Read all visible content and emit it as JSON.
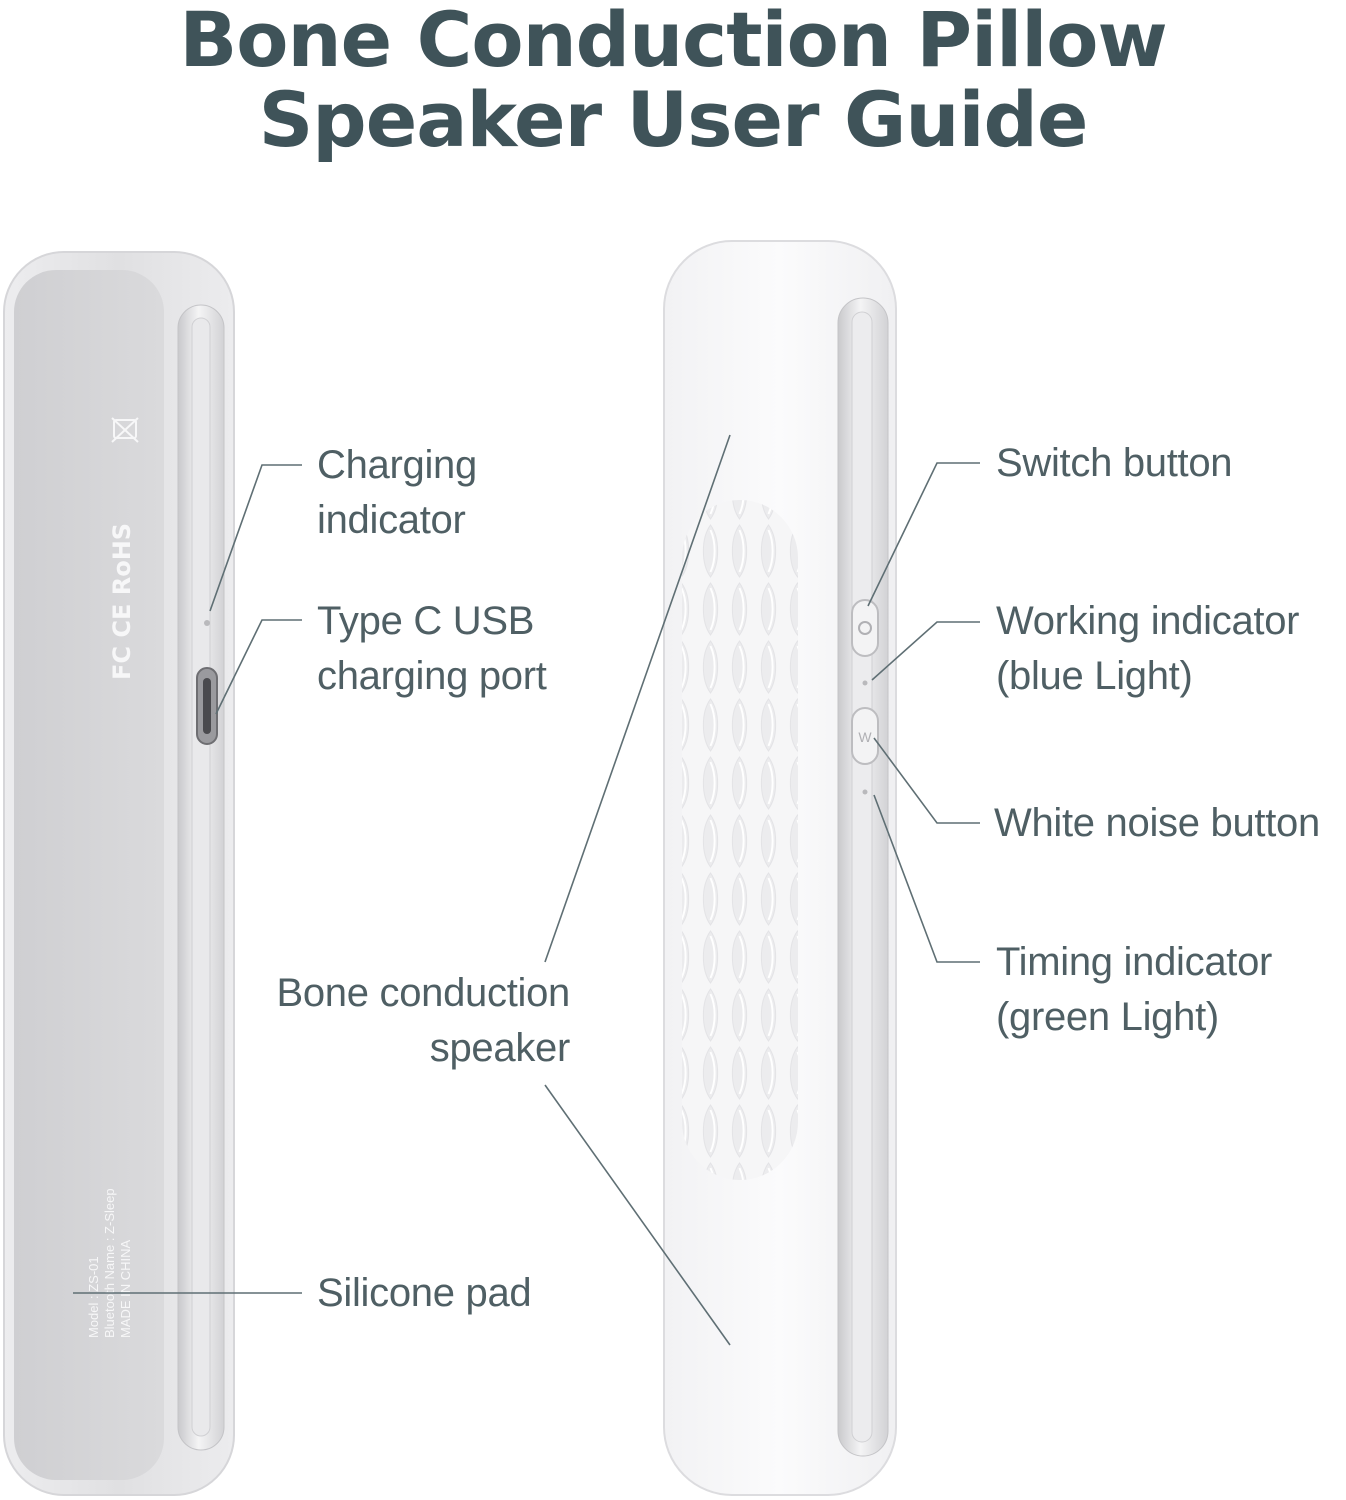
{
  "title": {
    "line1": "Bone Conduction Pillow",
    "line2": "Speaker User Guide"
  },
  "colors": {
    "title": "#3f5359",
    "label": "#4f5f64",
    "leader_line": "#5f6f74",
    "device_back": "#e2e2e4",
    "device_back_panel": "#d3d3d6",
    "device_front": "#f6f6f7",
    "rail": "#dadadd",
    "marking_text": "#f7f7f8"
  },
  "device_markings": {
    "compliance": "FC CE RoHS",
    "model": "Model : ZS-01",
    "bluetooth_name": "Bluetooth Name : Z-Sleep",
    "origin": "MADE IN CHINA"
  },
  "callouts": {
    "charging_indicator": {
      "line1": "Charging",
      "line2": "indicator"
    },
    "usb_port": {
      "line1": "Type C USB",
      "line2": "charging port"
    },
    "silicone_pad": {
      "line1": "Silicone pad"
    },
    "bone_speaker": {
      "line1": "Bone conduction",
      "line2": "speaker"
    },
    "switch_button": {
      "line1": "Switch button"
    },
    "working_indicator": {
      "line1": "Working indicator",
      "line2": "(blue Light)"
    },
    "white_noise_button": {
      "line1": "White noise button"
    },
    "timing_indicator": {
      "line1": "Timing indicator",
      "line2": "(green Light)"
    }
  }
}
